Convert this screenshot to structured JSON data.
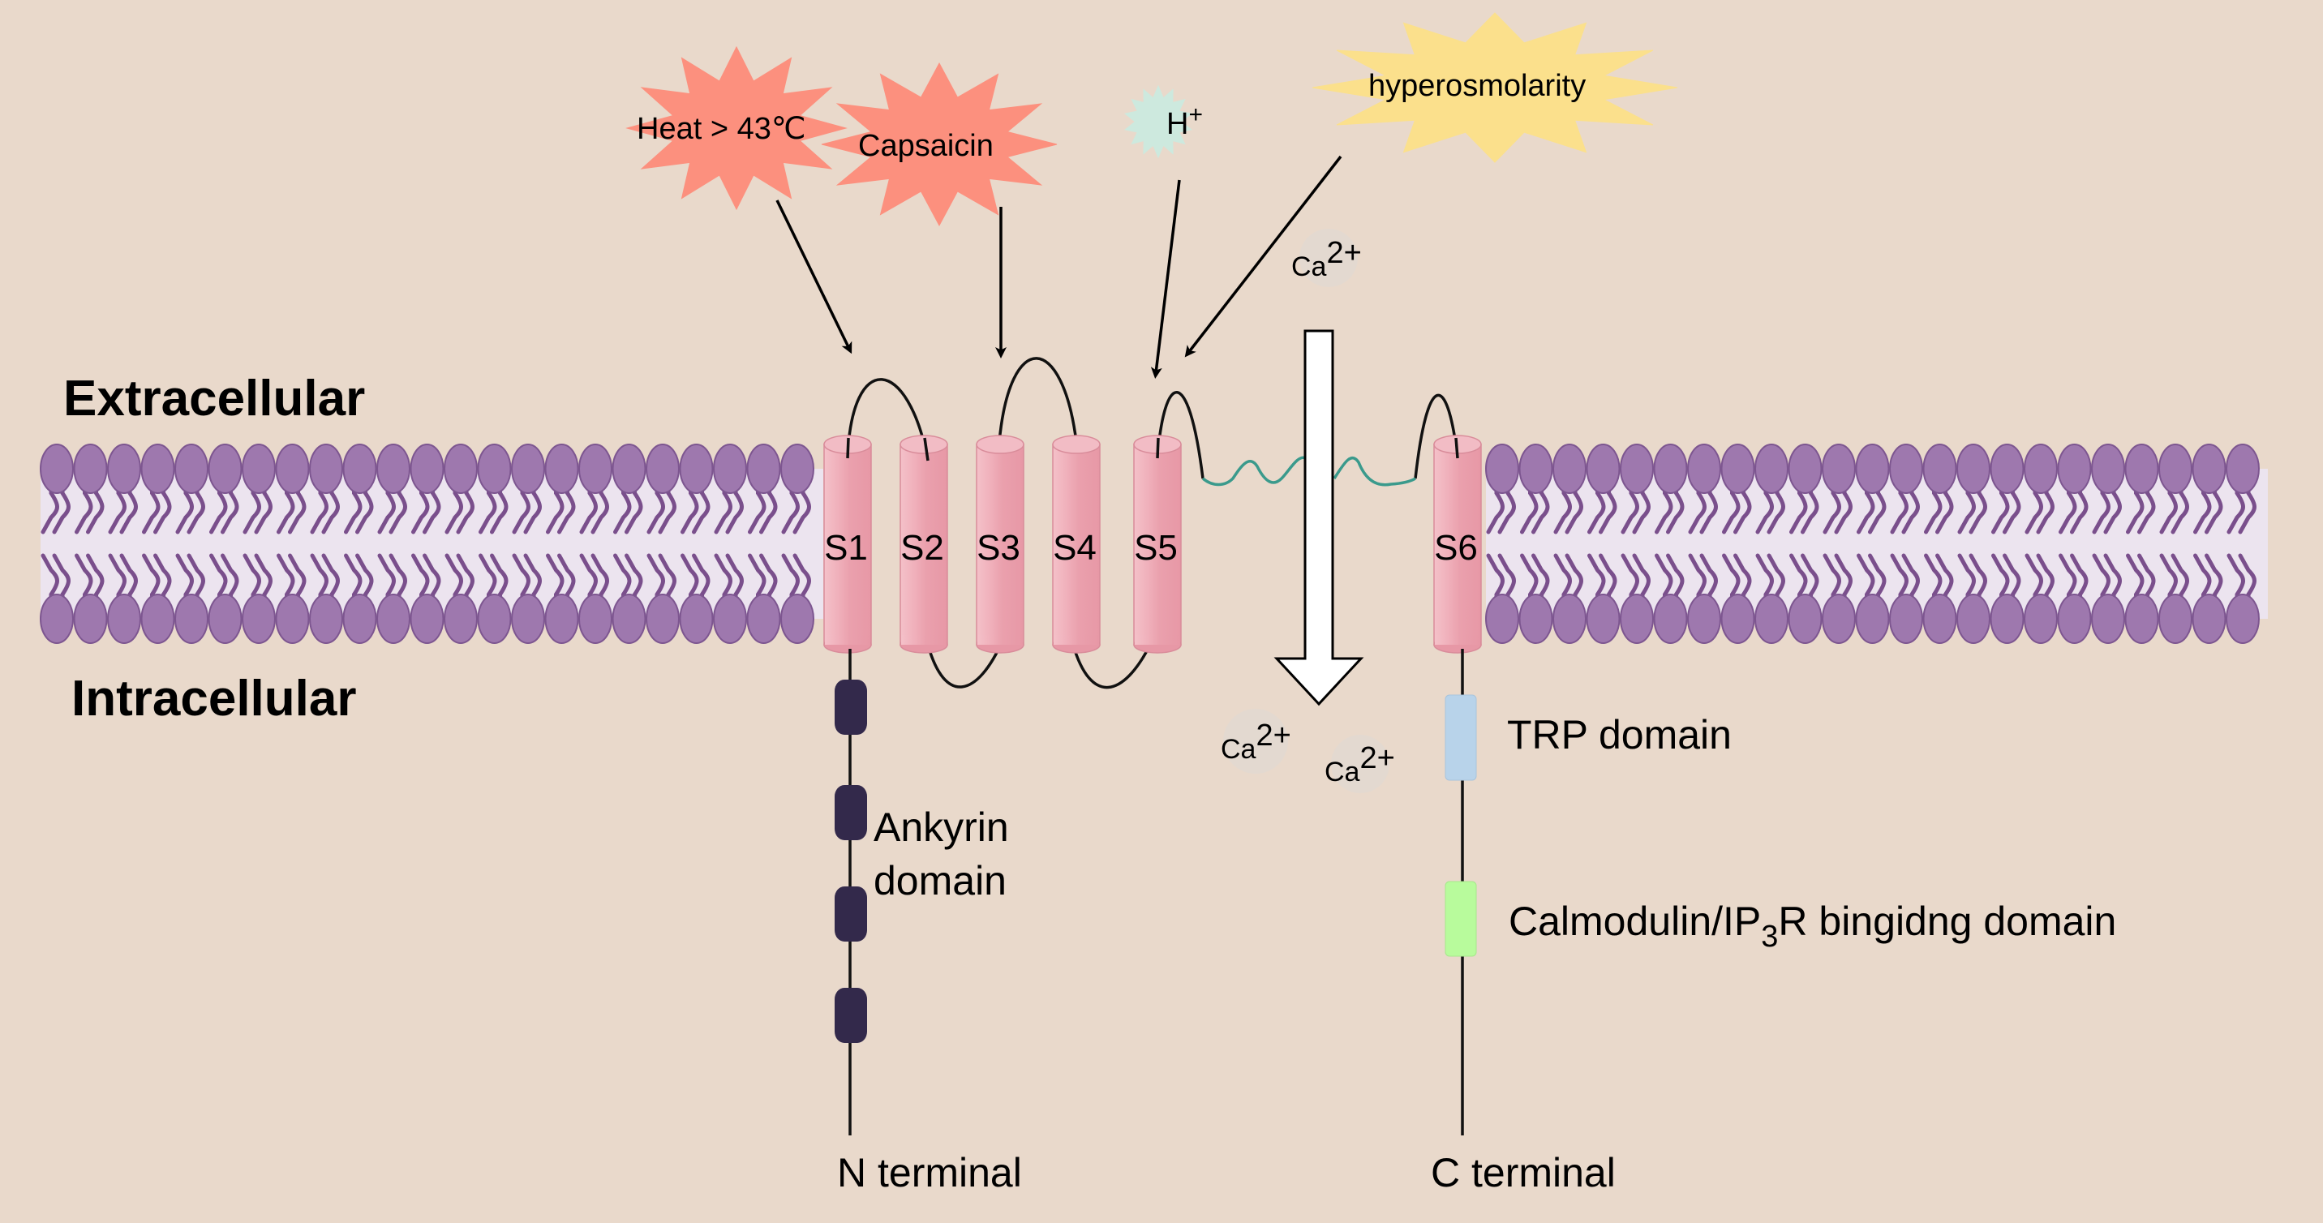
{
  "regions": {
    "extracellular": "Extracellular",
    "intracellular": "Intracellular"
  },
  "stimuli": [
    {
      "id": "heat",
      "label": "Heat > 43℃",
      "color": "#fc907e"
    },
    {
      "id": "capsaicin",
      "label": "Capsaicin",
      "color": "#fc907e"
    },
    {
      "id": "proton",
      "label": "H",
      "superscript": "+",
      "color": "#cde9de"
    },
    {
      "id": "hyperosmolarity",
      "label": "hyperosmolarity",
      "color": "#fbe08c"
    }
  ],
  "helices": [
    "S1",
    "S2",
    "S3",
    "S4",
    "S5",
    "S6"
  ],
  "ions": [
    {
      "symbol": "Ca",
      "charge": "2+",
      "side": "extracellular"
    },
    {
      "symbol": "Ca",
      "charge": "2+",
      "side": "intracellular"
    },
    {
      "symbol": "Ca",
      "charge": "2+",
      "side": "intracellular"
    }
  ],
  "domains": {
    "ankyrin": {
      "line1": "Ankyrin",
      "line2": "domain",
      "color": "#33294b",
      "repeat_count": 4
    },
    "trp": {
      "label": "TRP domain",
      "color": "#b8d3ea"
    },
    "calmodulin": {
      "label_pre": "Calmodulin/IP",
      "label_sub": "3",
      "label_post": "R bingidng domain",
      "color": "#b8fb9c"
    }
  },
  "termini": {
    "n": "N terminal",
    "c": "C terminal"
  },
  "colors": {
    "background": "#e9d9cb",
    "lipid_head": "#9e78ae",
    "lipid_tail": "#7a4f8c",
    "membrane_core": "#ece4ef",
    "helix": "#eea4b0",
    "pore_loop": "#3a9a8c"
  }
}
